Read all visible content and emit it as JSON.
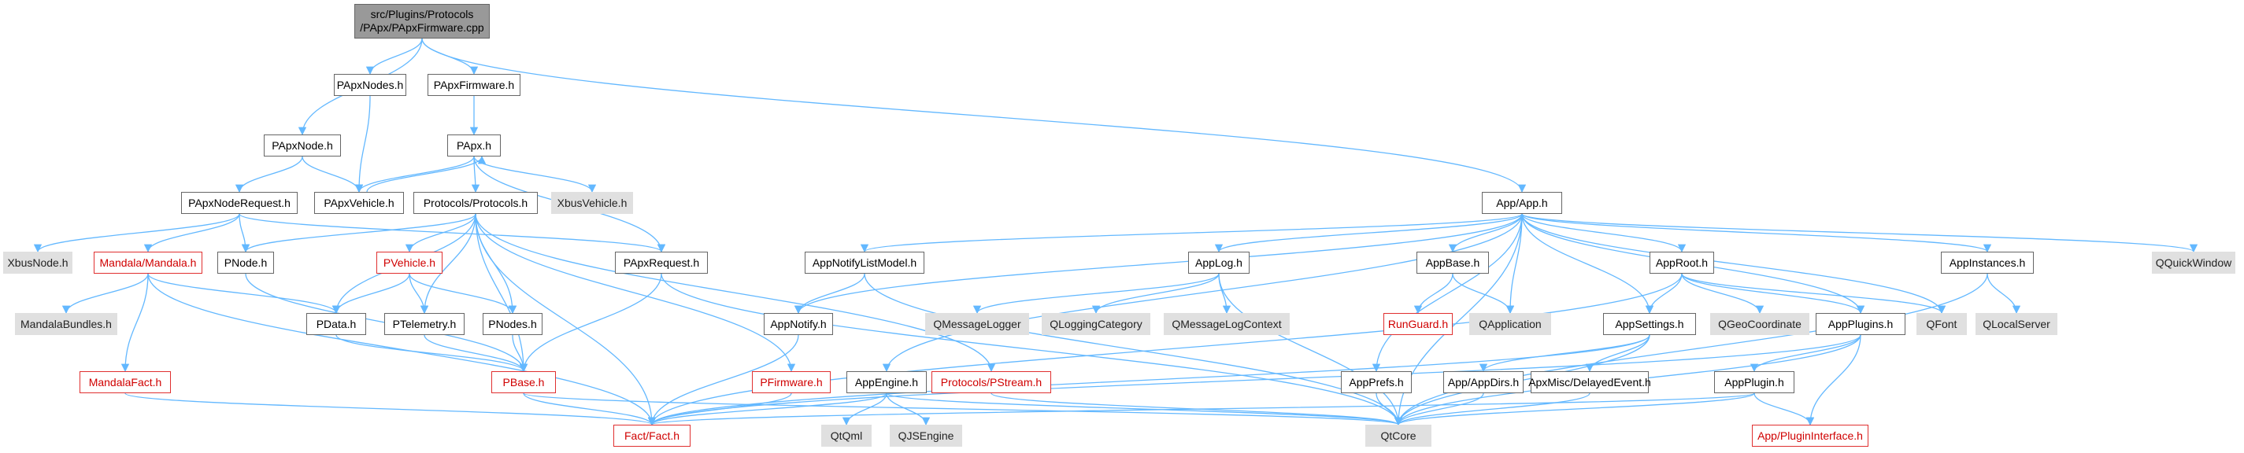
{
  "colors": {
    "edge": "#63b8ff",
    "box_border": "#666666",
    "external_fill": "#e0e0e0",
    "missing_border": "#e03030",
    "root_fill": "#999999"
  },
  "nodes": {
    "root": "src/Plugins/Protocols\n/PApx/PApxFirmware.cpp",
    "papxnodes_h": "PApxNodes.h",
    "papxfirmware_h": "PApxFirmware.h",
    "papxnode_h": "PApxNode.h",
    "papx_h": "PApx.h",
    "papxnoderequest_h": "PApxNodeRequest.h",
    "papxvehicle_h": "PApxVehicle.h",
    "xbusvehicle_h": "XbusVehicle.h",
    "protocols_h": "Protocols/Protocols.h",
    "app_h": "App/App.h",
    "xbusnode_h": "XbusNode.h",
    "mandala_h": "Mandala/Mandala.h",
    "pnode_h": "PNode.h",
    "pvehicle_h": "PVehicle.h",
    "papxrequest_h": "PApxRequest.h",
    "appnotifylistmodel_h": "AppNotifyListModel.h",
    "applog_h": "AppLog.h",
    "appbase_h": "AppBase.h",
    "approot_h": "AppRoot.h",
    "appinstances_h": "AppInstances.h",
    "qquickwindow": "QQuickWindow",
    "mandalabundles_h": "MandalaBundles.h",
    "pdata_h": "PData.h",
    "ptelemetry_h": "PTelemetry.h",
    "pnodes_h": "PNodes.h",
    "appnotify_h": "AppNotify.h",
    "qmessagelogger": "QMessageLogger",
    "qloggingcategory": "QLoggingCategory",
    "qmessagelogcontext": "QMessageLogContext",
    "runguard_h": "RunGuard.h",
    "qapplication": "QApplication",
    "appsettings_h": "AppSettings.h",
    "qgeocoordinate": "QGeoCoordinate",
    "appplugins_h": "AppPlugins.h",
    "qfont": "QFont",
    "qlocalserver": "QLocalServer",
    "mandalafact_h": "MandalaFact.h",
    "pbase_h": "PBase.h",
    "pfirmware_h": "PFirmware.h",
    "appengine_h": "AppEngine.h",
    "pstream_h": "Protocols/PStream.h",
    "appprefs_h": "AppPrefs.h",
    "appdirs_h": "App/AppDirs.h",
    "delayedevent_h": "ApxMisc/DelayedEvent.h",
    "appplugin_h": "AppPlugin.h",
    "fact_h": "Fact/Fact.h",
    "qtcore": "QtCore",
    "qtqml": "QtQml",
    "qjsengine": "QJSEngine",
    "appplugininterface_h": "App/PluginInterface.h"
  }
}
